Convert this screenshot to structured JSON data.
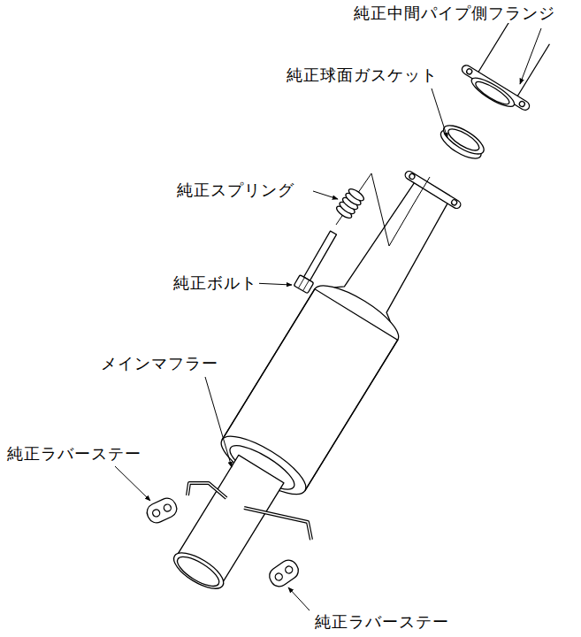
{
  "diagram": {
    "labels": [
      "純正中間パイプ側フランジ",
      "純正球面ガスケット",
      "純正スプリング",
      "純正ボルト",
      "メインマフラー",
      "純正ラバーステー",
      "純正ラバーステー"
    ]
  }
}
